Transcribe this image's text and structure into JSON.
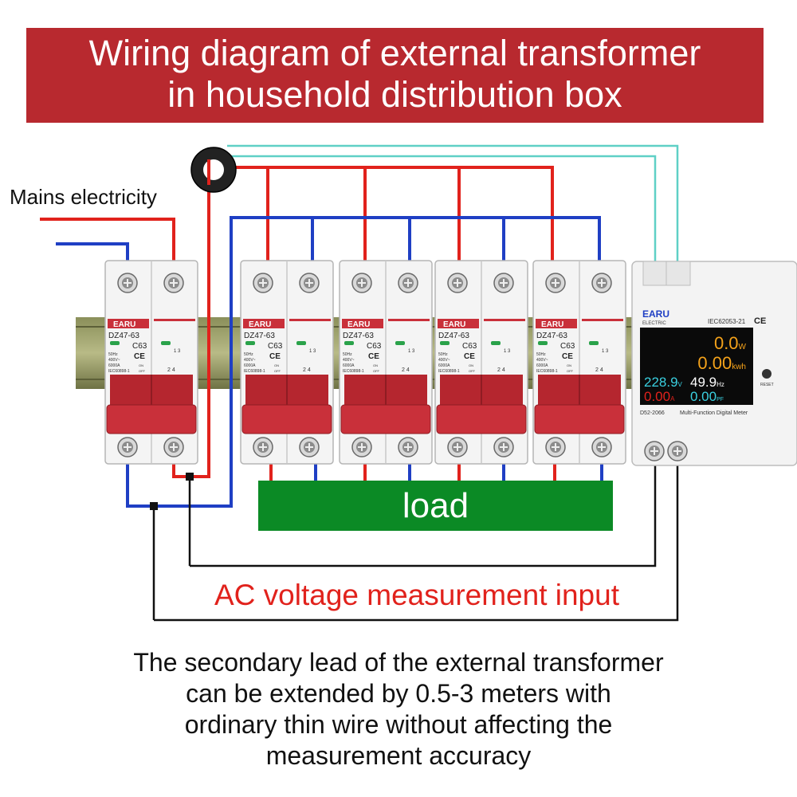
{
  "title": {
    "line1": "Wiring diagram of external transformer",
    "line2": "in household distribution box"
  },
  "mains_label": "Mains electricity",
  "breaker": {
    "brand": "EARU",
    "model": "DZ47-63",
    "rating": "C63",
    "ce_mark": "CE",
    "spec_freq": "50Hz",
    "spec_voltage": "400V~",
    "spec_capacity": "6000A",
    "spec_standard": "IEC60898-1",
    "on_label": "ON",
    "off_label": "OFF",
    "terminals_top": "1 3",
    "terminals_bottom": "2 4"
  },
  "meter": {
    "brand": "EARU",
    "brand_sub": "ELECTRIC",
    "standard": "IEC62053-21",
    "ce_mark": "CE",
    "power_value": "0.0",
    "power_unit": "W",
    "energy_value": "0.00",
    "energy_unit": "kwh",
    "voltage_value": "228.9",
    "voltage_unit": "V",
    "frequency_value": "49.9",
    "frequency_unit": "Hz",
    "current_value": "0.00",
    "current_unit": "A",
    "pf_value": "0.00",
    "pf_unit": "PF",
    "reset_label": "RESET",
    "model": "D52-2066",
    "description": "Multi-Function Digital Meter"
  },
  "load_label": "load",
  "ac_input_label": "AC voltage measurement input",
  "note": {
    "line1": "The secondary lead of the external transformer",
    "line2": "can be extended by 0.5-3 meters with",
    "line3": "ordinary thin wire without affecting the",
    "line4": "measurement accuracy"
  },
  "colors": {
    "banner": "#b8292f",
    "live_wire": "#e1221c",
    "neutral_wire": "#1f3fc4",
    "ct_wire": "#5fd0c6",
    "load": "#0b8a25",
    "handle": "#c9303a"
  }
}
